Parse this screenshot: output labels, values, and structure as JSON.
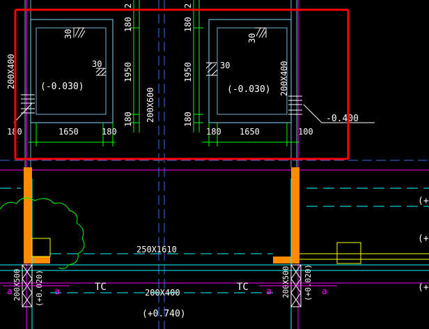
{
  "colors": {
    "background": "#000000",
    "white": "#ffffff",
    "cyan": "#00ffff",
    "green": "#00ff00",
    "magenta": "#ff00ff",
    "orange": "#ff8c00",
    "yellow": "#ffff00",
    "red": "#ff0000",
    "grid_blue": "#3a6eea",
    "box_blue": "#6fb6d8"
  },
  "highlight": {
    "label": "selection-rectangle"
  },
  "top_dims": {
    "left_top": "2",
    "right_top": "2"
  },
  "left_pit": {
    "wall_30_top": "30",
    "wall_30_mid": "30",
    "elevation": "(-0.030)",
    "side_dim_180_top": "180",
    "side_dim_1950": "1950",
    "side_dim_180_bottom": "180",
    "vert_label": "200X400",
    "bottom_dim_left": "180",
    "bottom_dim_1650": "1650",
    "bottom_dim_right": "180"
  },
  "center": {
    "beam_label": "200X600"
  },
  "right_pit": {
    "wall_30_top": "30",
    "wall_30_mid": "30",
    "elevation": "(-0.030)",
    "side_dim_180_top": "180",
    "side_dim_1950": "1950",
    "side_dim_180_bottom": "180",
    "vert_label": "200X400",
    "bottom_dim_left": "180",
    "bottom_dim_1650": "1650",
    "bottom_dim_right": "100",
    "level_tag": "-0.400"
  },
  "lower": {
    "beam_250": "250X1610",
    "tc_left": "TC",
    "tc_right": "TC",
    "beam_200x400": "200X400",
    "elev_0740": "(+0.740)",
    "col_left_label": "200X500",
    "col_left_elev": "(+0.020)",
    "col_right_label": "200X500",
    "col_right_elev": "(+0.020)",
    "mark_a1": "a",
    "mark_a2": "a",
    "mark_a3": "a",
    "mark_a4": "a",
    "right_edge_top": "(+",
    "right_edge_mid": "(+",
    "right_edge_bot": "(+"
  }
}
